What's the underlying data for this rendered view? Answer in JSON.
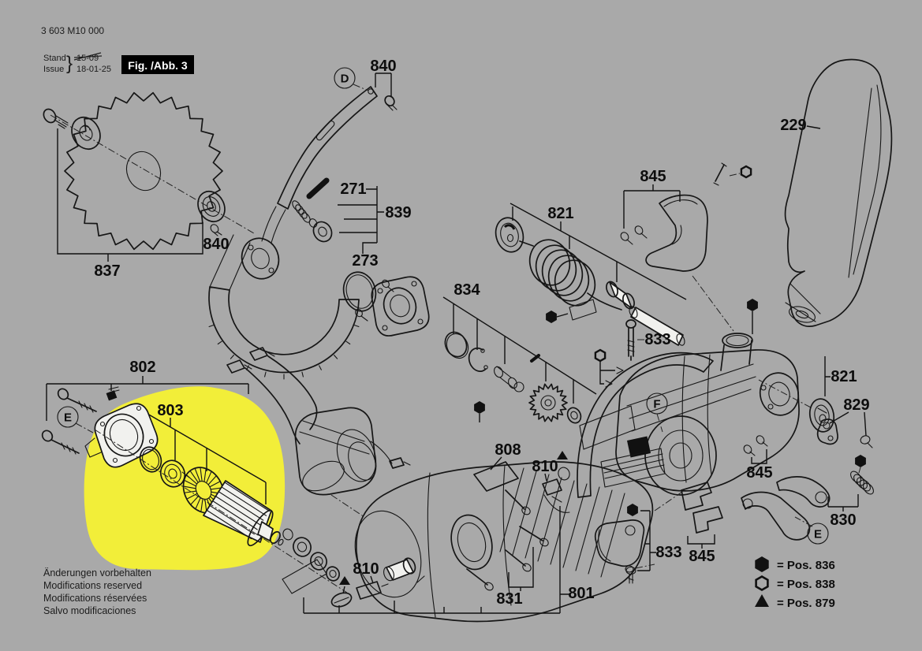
{
  "colors": {
    "background": "#a9a9a9",
    "line": "#161616",
    "highlight_yellow": "#f2ee39",
    "badge_background": "#000000",
    "badge_text": "#ffffff"
  },
  "header": {
    "part_number": "3 603 M10 000",
    "stand_label": "Stand",
    "issue_label": "Issue",
    "brace": "}",
    "stand_value": "15-09",
    "stand_value_struck": true,
    "issue_value": "18-01-25",
    "figure_badge": "Fig. /Abb. 3"
  },
  "footer_notes": [
    "Änderungen vorbehalten",
    "Modifications reserved",
    "Modifications réservées",
    "Salvo modificaciones"
  ],
  "legend": [
    {
      "symbol": "hexagon-filled",
      "label": "=  Pos. 836"
    },
    {
      "symbol": "hexagon-outline",
      "label": "=  Pos. 838"
    },
    {
      "symbol": "triangle-filled",
      "label": "=  Pos. 879"
    }
  ],
  "letters": [
    {
      "text": "D"
    },
    {
      "text": "E"
    },
    {
      "text": "F"
    },
    {
      "text": "E"
    }
  ],
  "callouts": [
    {
      "text": "840"
    },
    {
      "text": "837"
    },
    {
      "text": "840"
    },
    {
      "text": "271"
    },
    {
      "text": "839"
    },
    {
      "text": "273"
    },
    {
      "text": "834"
    },
    {
      "text": "821"
    },
    {
      "text": "845"
    },
    {
      "text": "229"
    },
    {
      "text": "833"
    },
    {
      "text": "802"
    },
    {
      "text": "803"
    },
    {
      "text": "808"
    },
    {
      "text": "810"
    },
    {
      "text": "810"
    },
    {
      "text": "831"
    },
    {
      "text": "801"
    },
    {
      "text": "833"
    },
    {
      "text": "845"
    },
    {
      "text": "845"
    },
    {
      "text": "829"
    },
    {
      "text": "821"
    },
    {
      "text": "830"
    }
  ]
}
